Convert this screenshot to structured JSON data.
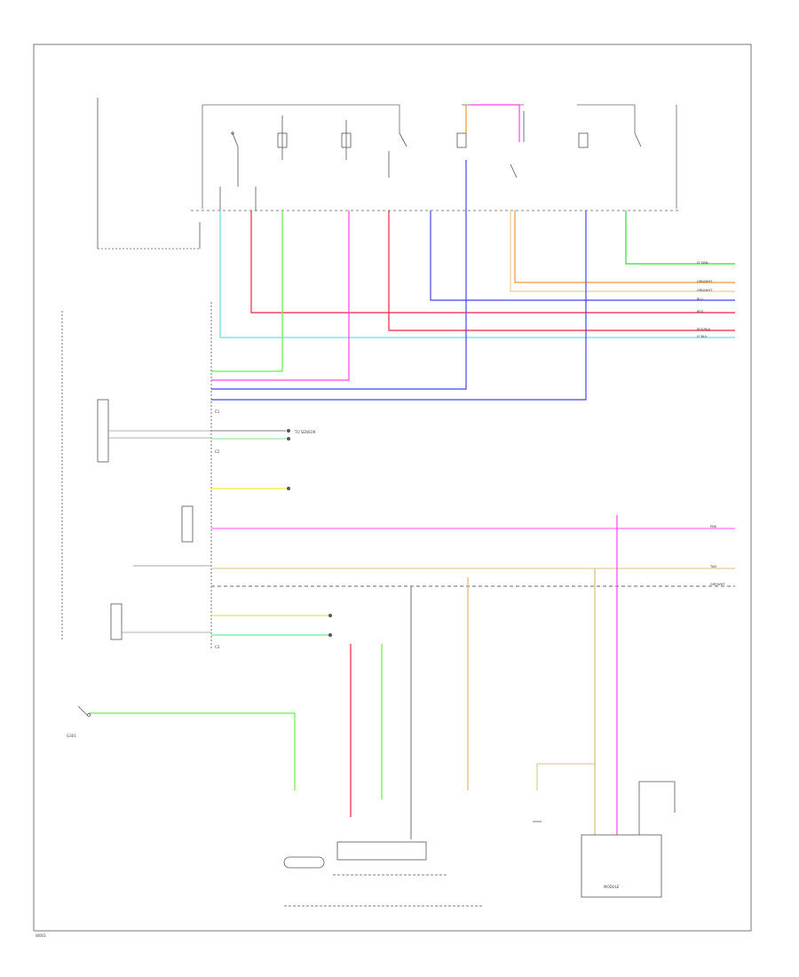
{
  "colors": {
    "frame": "#666666",
    "line": "#555555",
    "green": "#33dd33",
    "lightgreen": "#99ee99",
    "cyan": "#66ddee",
    "red": "#ee2244",
    "pink": "#ff44ee",
    "magenta": "#ee33ee",
    "blue": "#4444ee",
    "orange": "#ee9933",
    "tan": "#ddbb77",
    "yellow": "#eeee33",
    "darkgray": "#777777"
  },
  "wire_labels": {
    "gn_top": "LT GRN",
    "or1": "ORN/WHT",
    "or2": "ORN/WHT",
    "bl1": "BLU",
    "rd1": "RED",
    "rd2": "RED/BLK",
    "cy1": "LT BLU",
    "pk_out": "PNK",
    "tan_out": "TAN",
    "gray_out": "GRY/WHT"
  },
  "connectors": {
    "c1": "C1",
    "c2": "C2",
    "c3": "C3"
  },
  "labels": {
    "ground_note": "G301",
    "sensor_ref": "TO SENSOR",
    "module": "MODULE"
  },
  "footer_code": "W003"
}
